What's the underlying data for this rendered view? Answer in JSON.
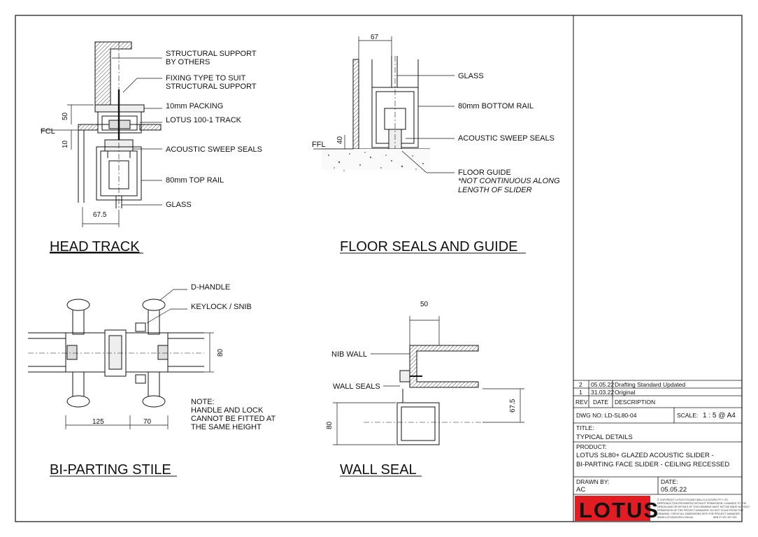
{
  "details": {
    "head_track": {
      "title": "HEAD TRACK",
      "labels": [
        "STRUCTURAL SUPPORT",
        "BY OTHERS",
        "FIXING TYPE TO SUIT",
        "STRUCTURAL SUPPORT",
        "10mm PACKING",
        "LOTUS 100-1 TRACK",
        "ACOUSTIC SWEEP SEALS",
        "80mm TOP RAIL",
        "GLASS"
      ],
      "level": "FCL",
      "dims": [
        "50",
        "10",
        "67.5"
      ]
    },
    "floor_seals": {
      "title": "FLOOR SEALS AND GUIDE",
      "labels": [
        "GLASS",
        "80mm BOTTOM RAIL",
        "ACOUSTIC SWEEP SEALS",
        "FLOOR GUIDE"
      ],
      "note": [
        "*NOT CONTINUOUS ALONG",
        "LENGTH OF SLIDER"
      ],
      "level": "FFL",
      "dims": [
        "67",
        "40"
      ]
    },
    "bi_parting": {
      "title": "BI-PARTING STILE",
      "labels": [
        "D-HANDLE",
        "KEYLOCK / SNIB"
      ],
      "note": [
        "NOTE:",
        "HANDLE AND LOCK",
        "CANNOT BE FITTED AT",
        "THE SAME HEIGHT"
      ],
      "dims": [
        "125",
        "70",
        "80"
      ]
    },
    "wall_seal": {
      "title": "WALL SEAL",
      "labels": [
        "NIB WALL",
        "WALL SEALS"
      ],
      "dims": [
        "50",
        "67.5",
        "80"
      ]
    }
  },
  "title_block": {
    "revisions": [
      {
        "rev": "2",
        "date": "05.05.22",
        "desc": "Drafting Standard Updated"
      },
      {
        "rev": "1",
        "date": "31.03.22",
        "desc": "Original"
      }
    ],
    "headers": {
      "rev": "REV",
      "date": "DATE",
      "desc": "DESCRIPTION"
    },
    "dwg_no": "DWG NO: LD-SL80-04",
    "scale_label": "SCALE:",
    "scale_value": "1 : 5 @ A4",
    "title_label": "TITLE:",
    "title_value": "TYPICAL DETAILS",
    "product_label": "PRODUCT:",
    "product_lines": [
      "LOTUS SL80+ GLAZED ACOUSTIC SLIDER -",
      "BI-PARTING FACE SLIDER - CEILING RECESSED"
    ],
    "drawn_label": "DRAWN BY:",
    "drawn_value": "AC",
    "date_label": "DATE:",
    "date_value": "05.05.22",
    "logo": "LOTUS",
    "logo_bg": "#e31b23",
    "copyright": [
      "© COPYRIGHT LOTUS FOLDING WALLS & DOORS PTY LTD.",
      "REPRODUCTION PROHIBITED WITHOUT PERMISSION. CHANGES TO THE",
      "DESIGN AND OR DETAILS OF THIS DRAWING MUST NOT BE MADE WITHOUT",
      "PERMISSION OF THE PROJECT MANAGER. DO NOT SCALE FROM THIS",
      "DRAWING. CHECK ALL DIMENSIONS WITH THE PROJECT MANAGER.",
      "WWW.LOTUSDOORS.COM.AU",
      "ABN 97 007 397 923"
    ]
  }
}
